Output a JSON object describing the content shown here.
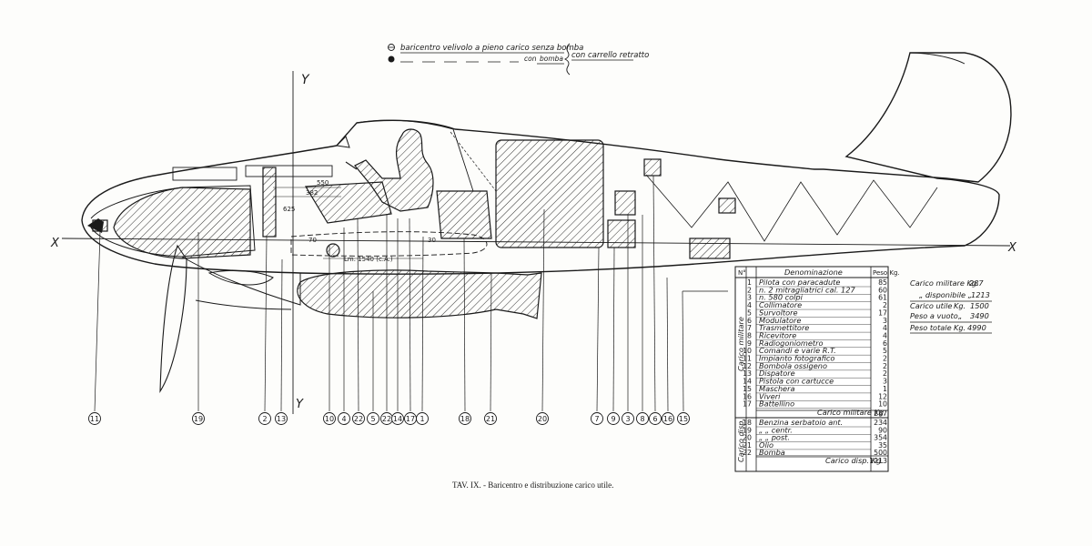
{
  "legend": {
    "line1": "baricentro velivolo a pieno carico senza bomba",
    "line2_a": "con",
    "line2_b": "bomba",
    "bracket_label": "con carrello retratto"
  },
  "axes": {
    "y_top": "Y",
    "y_bottom": "Y",
    "x_left": "X",
    "x_right": "X"
  },
  "dimensions": {
    "d1": "550",
    "d2": "382",
    "d3": "625",
    "d4": "70",
    "d5": "Lm. 1540 (c.A.)",
    "d6": "30"
  },
  "callouts": [
    "11",
    "19",
    "2",
    "13",
    "10",
    "4",
    "22",
    "5",
    "22",
    "14",
    "17",
    "1",
    "18",
    "21",
    "20",
    "7",
    "9",
    "3",
    "8",
    "6",
    "16",
    "15"
  ],
  "table": {
    "headers": [
      "N°",
      "Denominazione",
      "Peso Kg."
    ],
    "group_military": "Carico militare",
    "group_disp": "Carico disp.",
    "military_rows": [
      [
        "1",
        "Pilota con paracadute",
        "85"
      ],
      [
        "2",
        "n. 2 mitragliatrici cal. 127",
        "60"
      ],
      [
        "3",
        "n. 580 colpi",
        "61"
      ],
      [
        "4",
        "Collimatore",
        "2"
      ],
      [
        "5",
        "Survoltore",
        "17"
      ],
      [
        "6",
        "Modulatore",
        "3"
      ],
      [
        "7",
        "Trasmettitore",
        "4"
      ],
      [
        "8",
        "Ricevitore",
        "4"
      ],
      [
        "9",
        "Radiogoniometro",
        "6"
      ],
      [
        "10",
        "Comandi e varie R.T.",
        "5"
      ],
      [
        "11",
        "Impianto fotografico",
        "2"
      ],
      [
        "12",
        "Bombola ossigeno",
        "2"
      ],
      [
        "13",
        "Dispatore",
        "2"
      ],
      [
        "14",
        "Pistola con cartucce",
        "3"
      ],
      [
        "15",
        "Maschera",
        "1"
      ],
      [
        "16",
        "Viveri",
        "12"
      ],
      [
        "17",
        "Battellino",
        "10"
      ]
    ],
    "military_total_label": "Carico militare Kg.",
    "military_total_value": "287",
    "disp_rows": [
      [
        "18",
        "Benzina serbatoio ant.",
        "234"
      ],
      [
        "19",
        "„ „ centr.",
        "90"
      ],
      [
        "20",
        "„ „ post.",
        "354"
      ],
      [
        "21",
        "Olio",
        "35"
      ],
      [
        "22",
        "Bomba",
        "500"
      ]
    ],
    "disp_total_label": "Carico disp. Kg.",
    "disp_total_value": "1213"
  },
  "summary": {
    "r1_label": "Carico militare Kg.",
    "r1_value": "287",
    "r2_label": "„ disponibile „",
    "r2_value": "1213",
    "r3_label": "Carico utile",
    "r3_unit": "Kg.",
    "r3_value": "1500",
    "r4_label": "Peso a vuoto",
    "r4_unit": "„",
    "r4_value": "3490",
    "r5_label": "Peso totale",
    "r5_unit": "Kg.",
    "r5_value": "4990"
  },
  "caption": "TAV. IX. - Baricentro e distribuzione carico utile."
}
